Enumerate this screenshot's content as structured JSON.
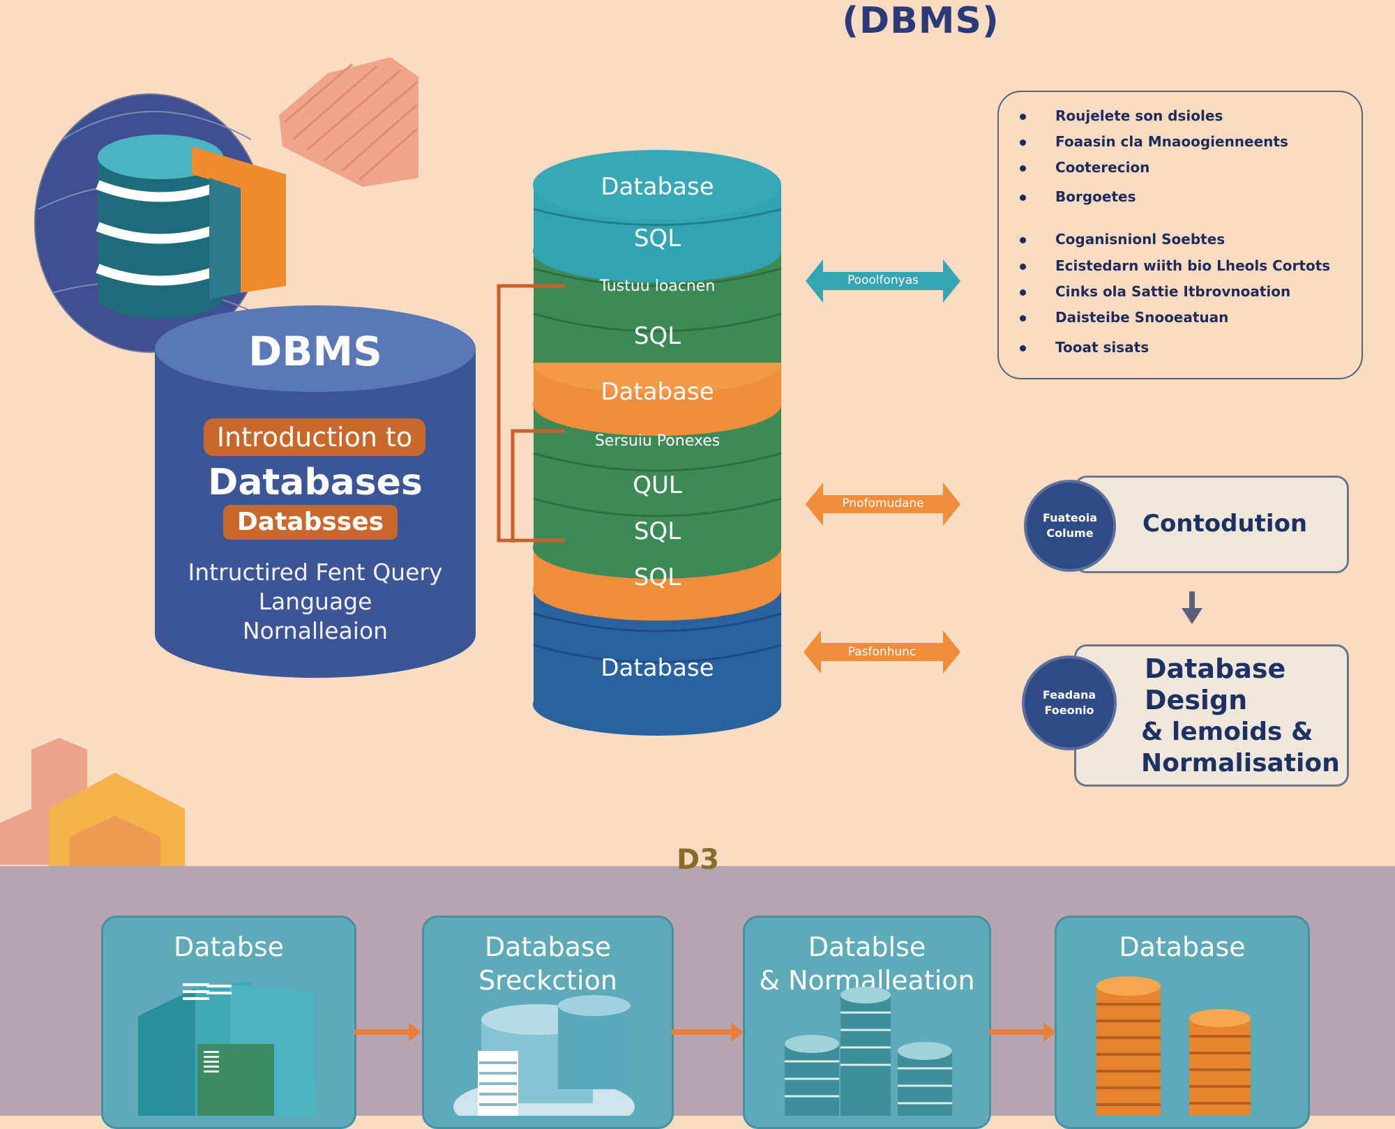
{
  "header": {
    "title": "(DBMS)"
  },
  "dbms_block": {
    "heading": "DBMS",
    "intro_pill": "Introduction to",
    "databases_big": "Databases",
    "databases_pill": "Databsses",
    "lang_lines": [
      "Intructired Fent Query",
      "Language",
      "Nornalleaion"
    ]
  },
  "stack": {
    "layers": [
      "Database",
      "SQL",
      "Tustuu loacnen",
      "SQL",
      "Database",
      "Sersuiu Ponexes",
      "QUL",
      "SQL",
      "SQL",
      "Database"
    ]
  },
  "bullets": {
    "items": [
      "Roujelete son dsioles",
      "Foaasin cla Mnaoogienneents",
      "Cooterecion",
      "Borgoetes",
      "Coganisnionl Soebtes",
      "Ecistedarn wiith bio Lheols Cortots",
      "Cinks ola Sattie Itbrovnoation",
      "Daisteibe Snooeatuan",
      "Tooat sisats"
    ]
  },
  "arrows": {
    "a1": "Pooolfonyas",
    "a2": "Pnofomudane",
    "a3": "Pasfonhunc"
  },
  "cards": {
    "c1": {
      "circle": "Fuateoia\nColume",
      "text": "Contodution"
    },
    "c2": {
      "circle": "Feadana\nFoeonio",
      "lines": [
        "Database",
        "Design",
        "& lemoids &",
        "Normalisation"
      ]
    }
  },
  "bottom": {
    "label": "D3",
    "cards": [
      {
        "title": "Databse"
      },
      {
        "title": "Database\nSreckction"
      },
      {
        "title": "Datablse\n& Normalleation"
      },
      {
        "title": "Database"
      }
    ]
  },
  "colors": {
    "teal": "#3aa7b6",
    "green": "#3f8a56",
    "orange": "#ef8d3a",
    "navy": "#2f5f9e",
    "dbms_blue": "#3d5a9a"
  }
}
